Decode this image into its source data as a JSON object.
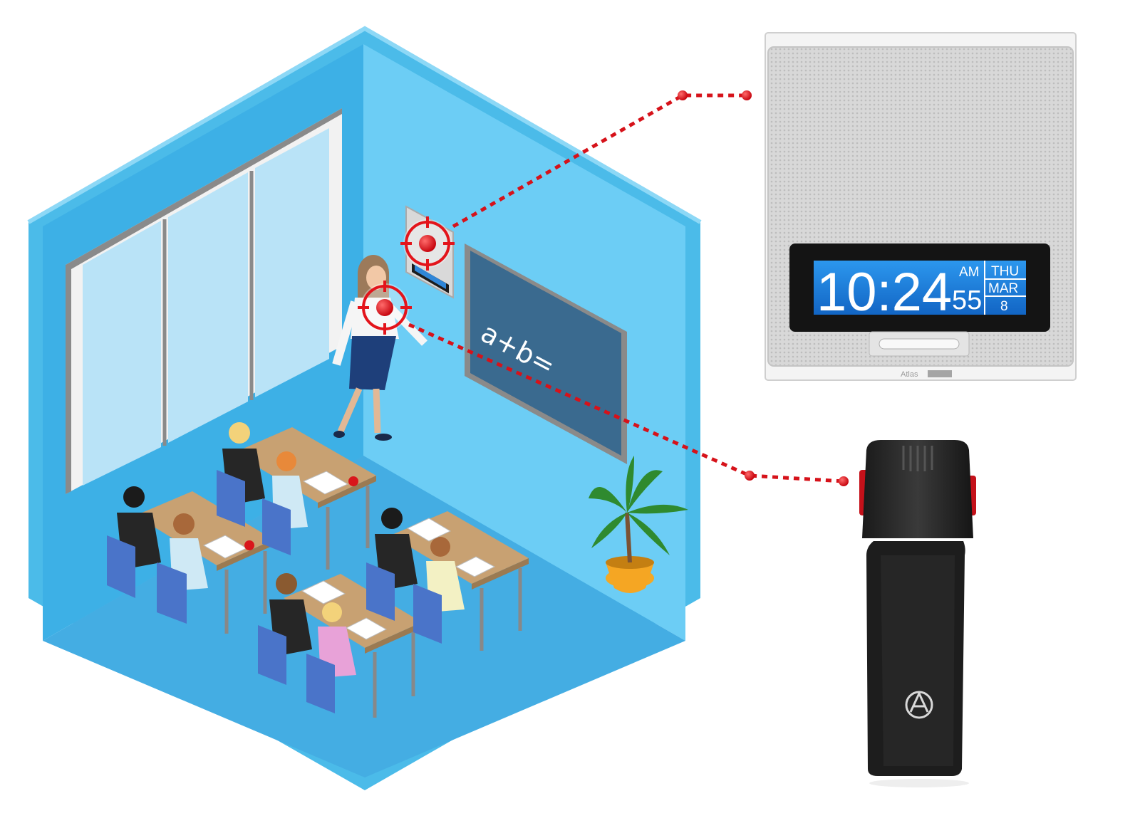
{
  "chalkboard": {
    "equation": "a+b="
  },
  "clock_display": {
    "time": "10:24",
    "meridiem": "AM",
    "seconds": "55",
    "weekday": "THU",
    "month": "MAR",
    "day": "8"
  },
  "speaker_brand": {
    "logo_text": "Atlas"
  },
  "colors": {
    "wall_dark": "#3aa8e0",
    "wall_light": "#6dcbf3",
    "floor": "#47b0e4",
    "marker_red": "#e3141b",
    "display_blue": "#1e88e5",
    "desk": "#c8a172",
    "chair": "#4a74c9"
  },
  "icons": {
    "target_marker": "crosshair-target-icon",
    "mic_logo": "atlas-logo-icon"
  }
}
